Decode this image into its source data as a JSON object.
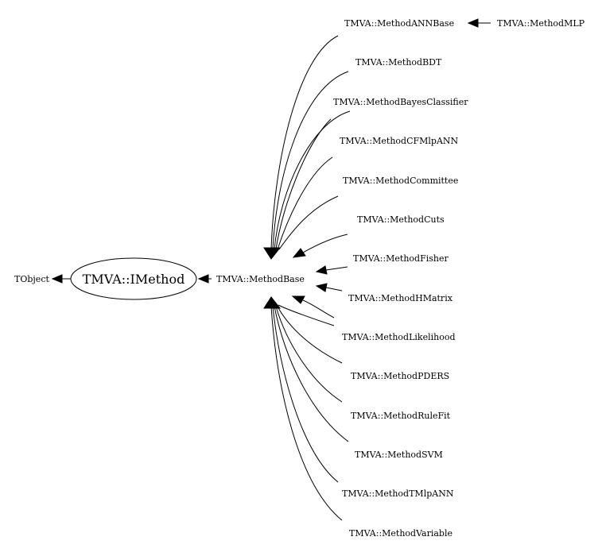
{
  "diagram": {
    "focus_node": "TMVA::IMethod",
    "base_object": "TObject",
    "method_base": "TMVA::MethodBase",
    "ann_base": "TMVA::MethodANNBase",
    "mlp": "TMVA::MethodMLP",
    "derived": [
      "TMVA::MethodBDT",
      "TMVA::MethodBayesClassifier",
      "TMVA::MethodCFMlpANN",
      "TMVA::MethodCommittee",
      "TMVA::MethodCuts",
      "TMVA::MethodFisher",
      "TMVA::MethodHMatrix",
      "TMVA::MethodLikelihood",
      "TMVA::MethodPDERS",
      "TMVA::MethodRuleFit",
      "TMVA::MethodSVM",
      "TMVA::MethodTMlpANN",
      "TMVA::MethodVariable"
    ]
  }
}
